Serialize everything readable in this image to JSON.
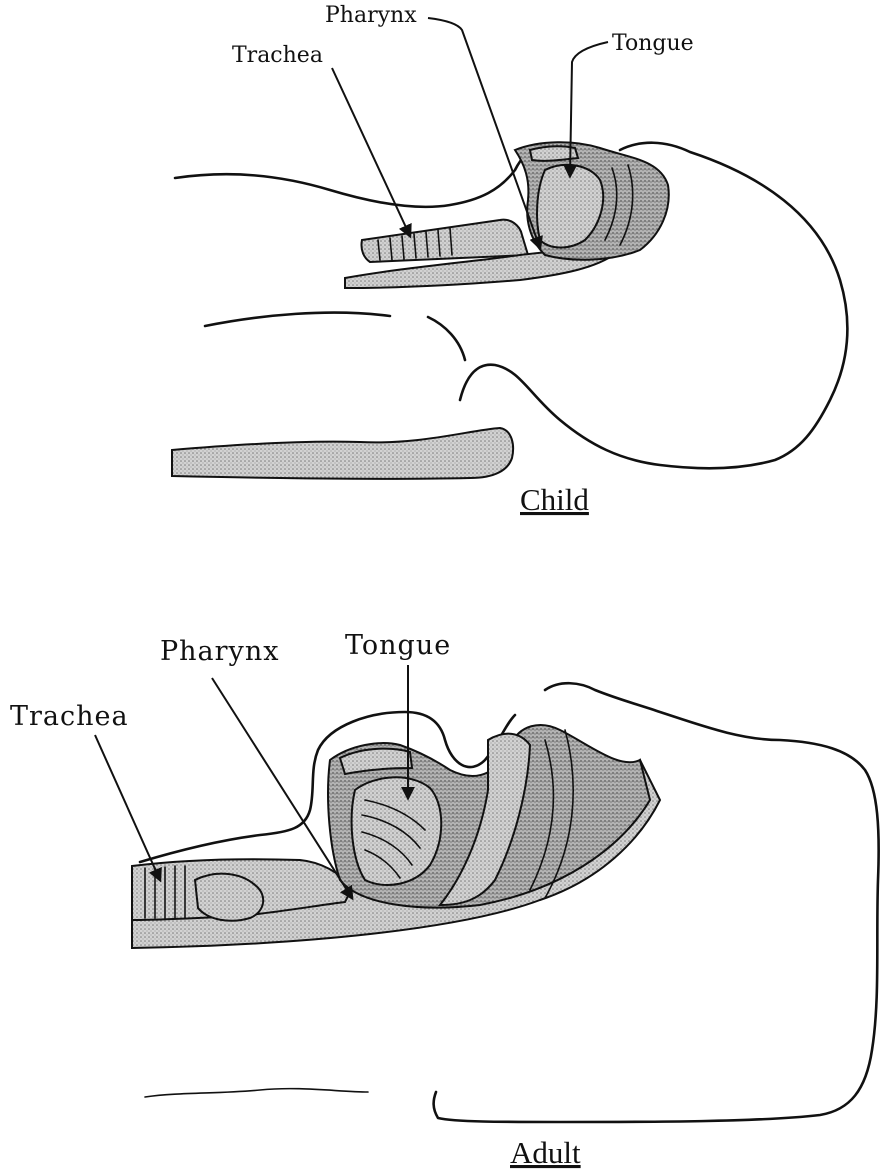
{
  "child": {
    "caption": "Child",
    "labels": {
      "pharynx": "Pharynx",
      "trachea": "Trachea",
      "tongue": "Tongue"
    }
  },
  "adult": {
    "caption": "Adult",
    "labels": {
      "pharynx": "Pharynx",
      "tongue": "Tongue",
      "trachea": "Trachea"
    }
  }
}
